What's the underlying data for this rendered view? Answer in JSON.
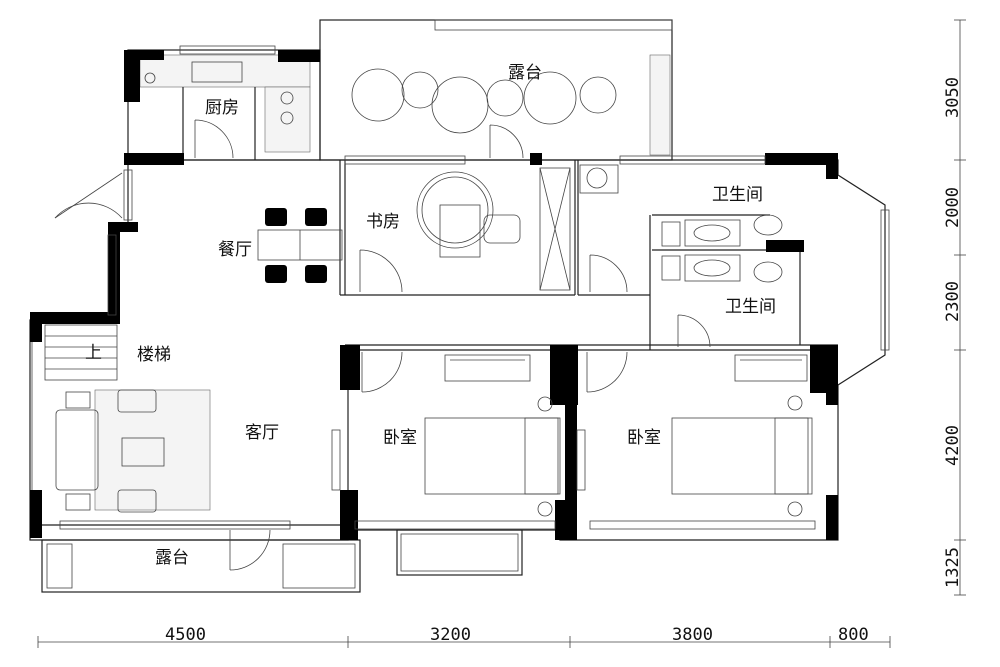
{
  "rooms": {
    "terrace_top": "露台",
    "kitchen": "厨房",
    "dining": "餐厅",
    "study": "书房",
    "bath_1": "卫生间",
    "bath_2": "卫生间",
    "stairs": "楼梯",
    "up_mark": "上",
    "living": "客厅",
    "bedroom_1": "卧室",
    "bedroom_2": "卧室",
    "terrace_bottom": "露台"
  },
  "dimensions": {
    "bottom": [
      "4500",
      "3200",
      "3800",
      "800"
    ],
    "right": [
      "3050",
      "2000",
      "2300",
      "4200",
      "1325"
    ]
  }
}
